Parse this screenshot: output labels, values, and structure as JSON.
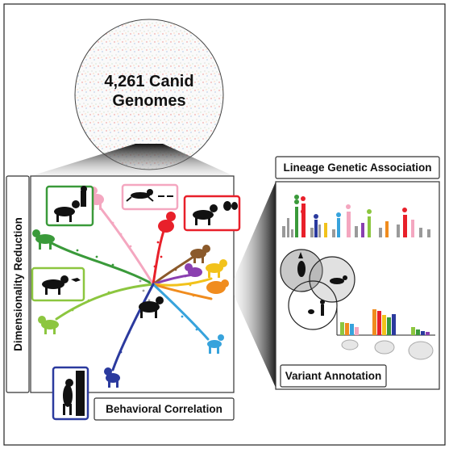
{
  "genomes_label": {
    "line1": "4,261 Canid",
    "line2": "Genomes"
  },
  "panels": {
    "dimensionality": "Dimensionality Reduction",
    "behavioral": "Behavioral Correlation",
    "lineage": "Lineage Genetic Association",
    "variant": "Variant Annotation"
  },
  "colors": {
    "red": "#e8202a",
    "pink": "#f4a7c0",
    "brown": "#8b5a2b",
    "purple": "#8a3fb0",
    "yellow": "#f2c21b",
    "orange": "#f08c1e",
    "lightblue": "#37a3dc",
    "navy": "#2b3a9e",
    "green": "#3a9a3a",
    "lime": "#8cc63f",
    "gray": "#9a9a9a"
  },
  "icons": {
    "top_box": "herding-dog-silhouette-icon",
    "left_box": "retriever-dog-silhouette-icon",
    "bottom_box": "dog-standing-tree-silhouette-icon",
    "pink_box": "running-dog-silhouette-icon",
    "red_box": "sheepdog-silhouette-icon"
  }
}
